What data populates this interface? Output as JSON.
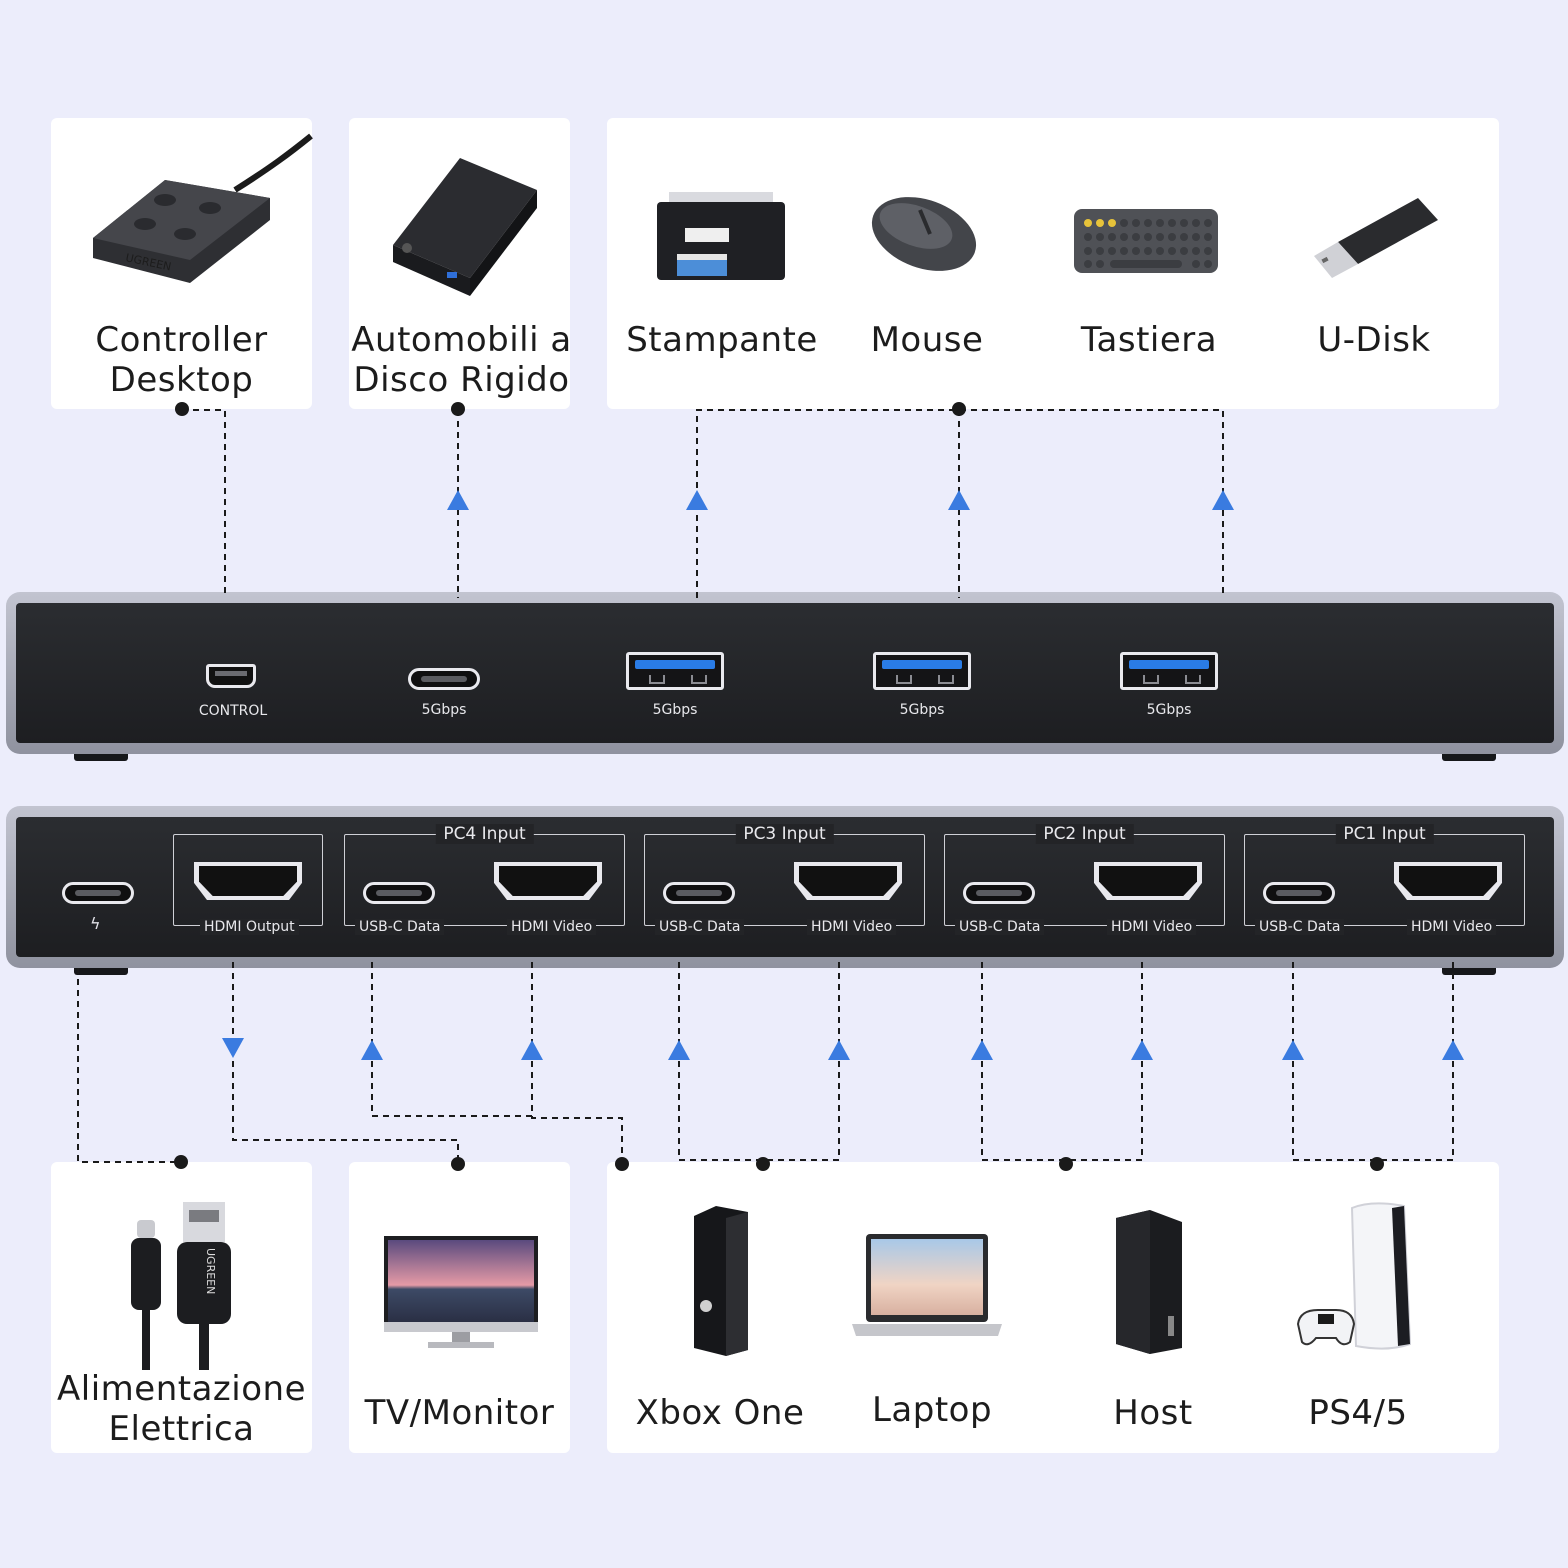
{
  "top_devices": {
    "controller": "Controller\nDesktop",
    "hdd": "Automobili a\nDisco Rigido",
    "printer": "Stampante",
    "mouse": "Mouse",
    "keyboard": "Tastiera",
    "udisk": "U-Disk"
  },
  "front_panel": {
    "control": "CONTROL",
    "usbc": "5Gbps",
    "usba1": "5Gbps",
    "usba2": "5Gbps",
    "usba3": "5Gbps"
  },
  "rear_panel": {
    "hdmi_output": "HDMI Output",
    "inputs": [
      {
        "title": "PC4 Input",
        "usbc": "USB-C Data",
        "hdmi": "HDMI Video"
      },
      {
        "title": "PC3 Input",
        "usbc": "USB-C Data",
        "hdmi": "HDMI Video"
      },
      {
        "title": "PC2 Input",
        "usbc": "USB-C Data",
        "hdmi": "HDMI Video"
      },
      {
        "title": "PC1 Input",
        "usbc": "USB-C Data",
        "hdmi": "HDMI Video"
      }
    ]
  },
  "bottom_devices": {
    "power": "Alimentazione\nElettrica",
    "monitor": "TV/Monitor",
    "xbox": "Xbox One",
    "laptop": "Laptop",
    "host": "Host",
    "ps": "PS4/5"
  },
  "colors": {
    "arrow": "#3a7be0",
    "line": "#1a1a1a",
    "background": "#ecedfb"
  }
}
